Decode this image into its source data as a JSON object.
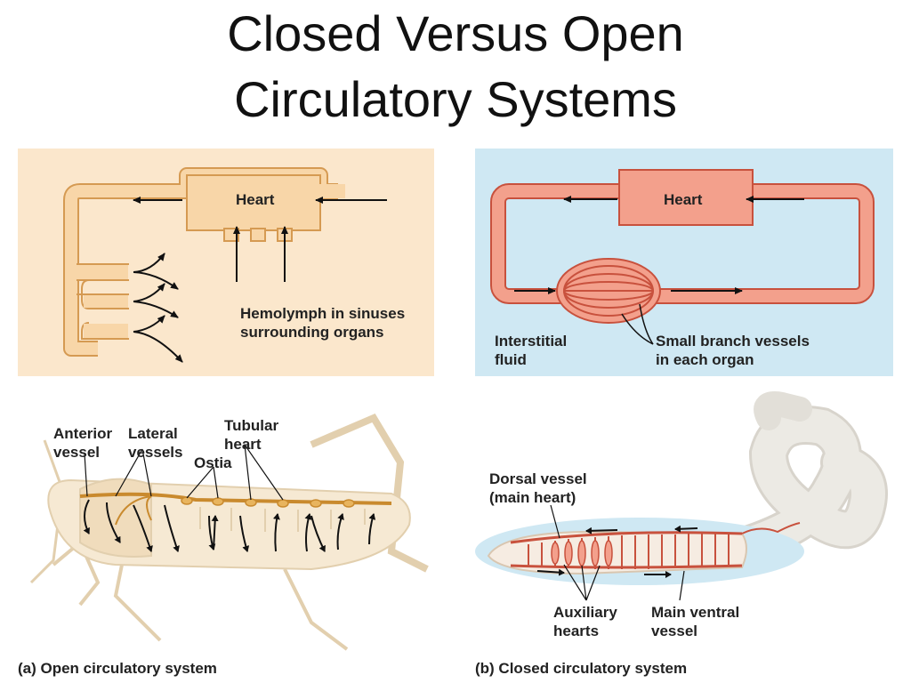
{
  "title": {
    "line1": "Closed Versus Open",
    "line2": "Circulatory Systems"
  },
  "open_diagram": {
    "heart_label": "Heart",
    "sinus_label_line1": "Hemolymph in sinuses",
    "sinus_label_line2": "surrounding organs",
    "colors": {
      "panel": "#fbe7cc",
      "vessel_fill": "#f8d6a8",
      "vessel_stroke": "#d59a52"
    }
  },
  "closed_diagram": {
    "heart_label": "Heart",
    "interstitial_line1": "Interstitial",
    "interstitial_line2": "fluid",
    "branch_line1": "Small branch vessels",
    "branch_line2": "in each organ",
    "colors": {
      "panel": "#cfe8f3",
      "vessel_fill": "#f3a08c",
      "vessel_stroke": "#c8513d"
    }
  },
  "grasshopper": {
    "anterior_line1": "Anterior",
    "anterior_line2": "vessel",
    "lateral_line1": "Lateral",
    "lateral_line2": "vessels",
    "tubular_line1": "Tubular",
    "tubular_line2": "heart",
    "ostia": "Ostia"
  },
  "earthworm": {
    "dorsal_line1": "Dorsal vessel",
    "dorsal_line2": "(main heart)",
    "aux_line1": "Auxiliary",
    "aux_line2": "hearts",
    "ventral_line1": "Main ventral",
    "ventral_line2": "vessel"
  },
  "captions": {
    "open": "(a) Open circulatory system",
    "closed": "(b) Closed circulatory system"
  }
}
